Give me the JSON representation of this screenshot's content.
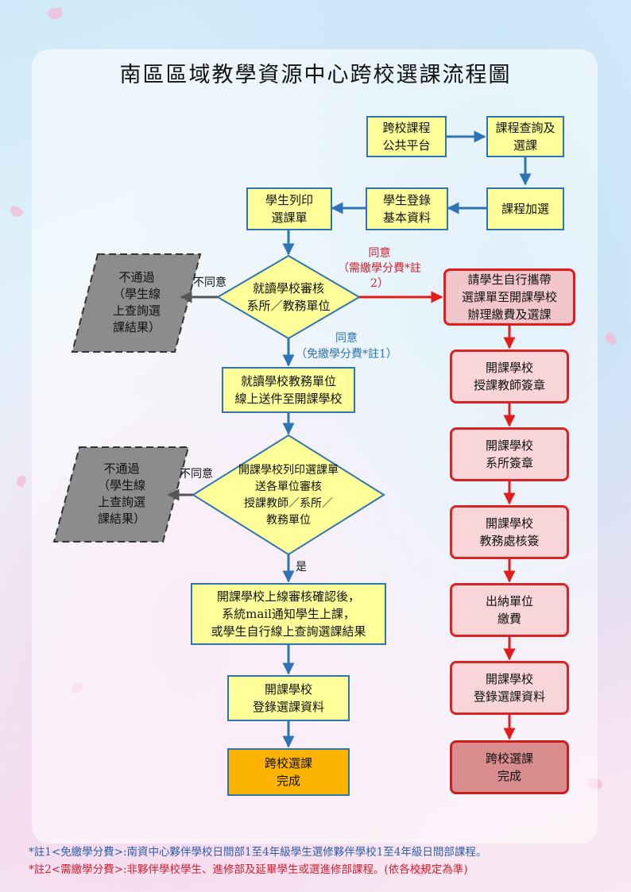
{
  "title": "南區區域教學資源中心跨校選課流程圖",
  "nodes": {
    "platform": "跨校課程\n公共平台",
    "search": "課程查詢及\n選課",
    "add": "課程加選",
    "register": "學生登錄\n基本資料",
    "print": "學生列印\n選課單",
    "review1": "就讀學校審核\n系所／教務單位",
    "reject1": "不通過\n（學生線\n上查詢選\n課結果）",
    "send": "就讀學校教務單位\n線上送件至開課學校",
    "review2": "開課學校列印選課單\n送各單位審核\n授課教師／系所／\n教務單位",
    "reject2": "不通過\n（學生線\n上查詢選\n課結果）",
    "notify": "開課學校上線審核確認後，\n系統mail通知學生上課，\n或學生自行線上查詢選課結果",
    "record": "開課學校\n登錄選課資料",
    "done": "跨校選課\n完成",
    "self": "請學生自行攜帶\n選課單至開課學校\n辦理繳費及選課",
    "teacher": "開課學校\n授課教師簽章",
    "dept": "開課學校\n系所簽章",
    "office": "開課學校\n教務處核簽",
    "pay": "出納單位\n繳費",
    "record2": "開課學校\n登錄選課資料",
    "done2": "跨校選課\n完成"
  },
  "labels": {
    "disagree1": "不同意",
    "agree_fee": "同意\n（需繳學分費*註\n2）",
    "agree_free": "同意\n（免繳學分費*註1）",
    "disagree2": "不同意",
    "yes": "是"
  },
  "notes": {
    "note1": "*註1<免繳學分費>:南資中心夥伴學校日間部1至4年級學生選修夥伴學校1至4年級日間部課程。",
    "note2": "*註2<需繳學分費>:非夥伴學校學生、進修部及延畢學生或選進修部課程。(依各校規定為準)"
  },
  "colors": {
    "blue_arrow": "#2e74b5",
    "red_arrow": "#e31b1b",
    "yellow_fill": "#ffff99",
    "gray_fill": "#8c8c8c",
    "note1_color": "#2e5fa8",
    "note2_color": "#d0202f"
  }
}
